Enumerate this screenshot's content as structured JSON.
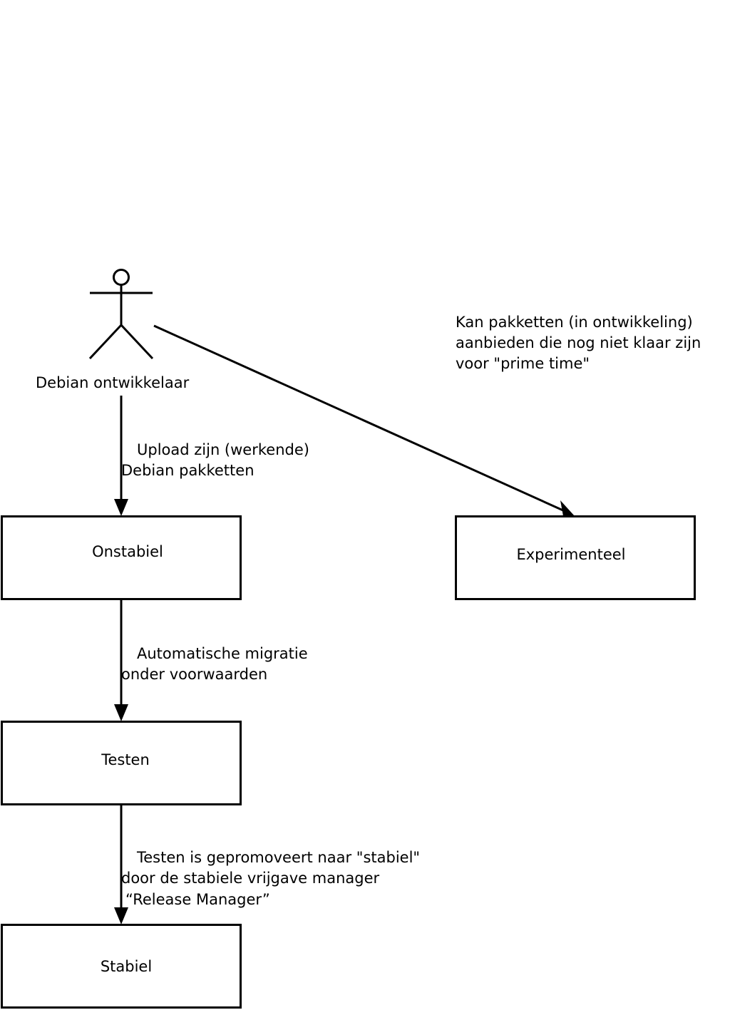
{
  "actor": {
    "label": "Debian ontwikkelaar"
  },
  "boxes": {
    "onstabiel": "Onstabiel",
    "experimenteel": "Experimenteel",
    "testen": "Testen",
    "stabiel": "Stabiel"
  },
  "edges": {
    "upload": {
      "line1": "Upload zijn (werkende)",
      "line2": "Debian pakketten"
    },
    "experimental": {
      "line1": "Kan pakketten (in ontwikkeling)",
      "line2": "aanbieden die nog niet klaar zijn",
      "line3": "voor \"prime time\""
    },
    "migration": {
      "line1": "Automatische migratie",
      "line2": "onder voorwaarden"
    },
    "promotion": {
      "line1": "Testen is gepromoveert naar \"stabiel\"",
      "line2": "door de stabiele vrijgave manager",
      "line3": "“Release Manager”"
    }
  }
}
